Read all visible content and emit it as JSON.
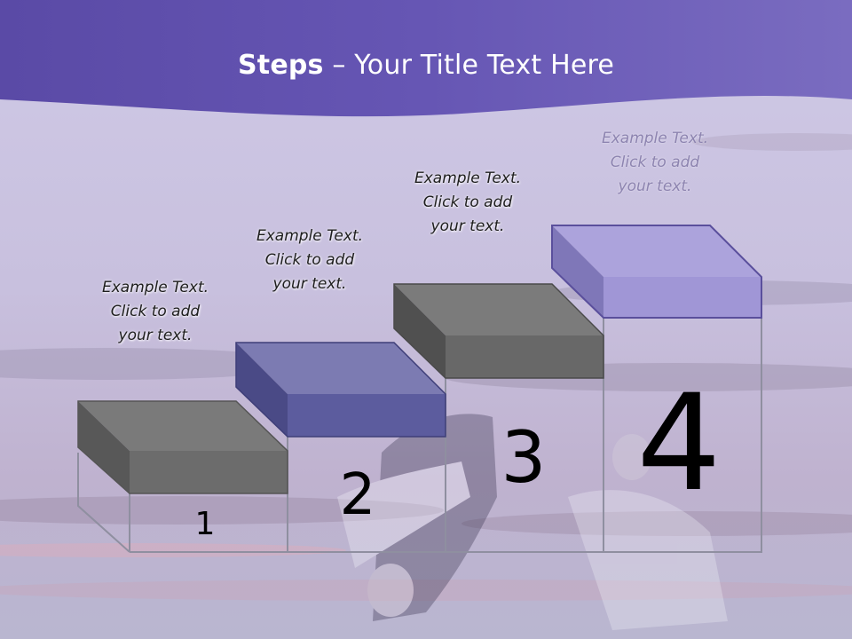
{
  "slide": {
    "title_bold": "Steps",
    "title_rest": " – Your Title Text Here"
  },
  "steps": [
    {
      "number": "1",
      "text_lines": [
        "Example Text.",
        "Click  to add",
        "your text."
      ]
    },
    {
      "number": "2",
      "text_lines": [
        "Example Text.",
        "Click  to add",
        "your text."
      ]
    },
    {
      "number": "3",
      "text_lines": [
        "Example Text.",
        "Click  to add",
        "your text."
      ]
    },
    {
      "number": "4",
      "text_lines": [
        "Example Text.",
        "Click  to add",
        "your text."
      ]
    }
  ],
  "colors": {
    "header_band": "#6a5ab0",
    "block_gray": "#6f6f6f",
    "block_blue": "#5b5ba0",
    "block_lavender": "#a89ed8"
  }
}
